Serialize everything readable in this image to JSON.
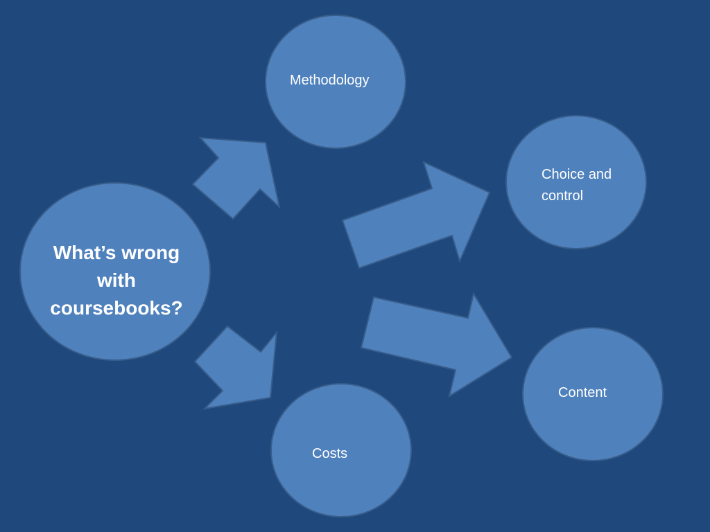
{
  "colors": {
    "background": "#1f497d",
    "shape_fill": "#4f81bd",
    "shape_border": "#385d8a",
    "text": "#ffffff"
  },
  "diagram": {
    "center": {
      "label_line1": "What’s wrong",
      "label_line2": "with",
      "label_line3": "coursebooks?"
    },
    "nodes": {
      "methodology": {
        "label": "Methodology"
      },
      "choice": {
        "label_line1": "Choice and",
        "label_line2": "control"
      },
      "content": {
        "label": "Content"
      },
      "costs": {
        "label": "Costs"
      }
    }
  }
}
